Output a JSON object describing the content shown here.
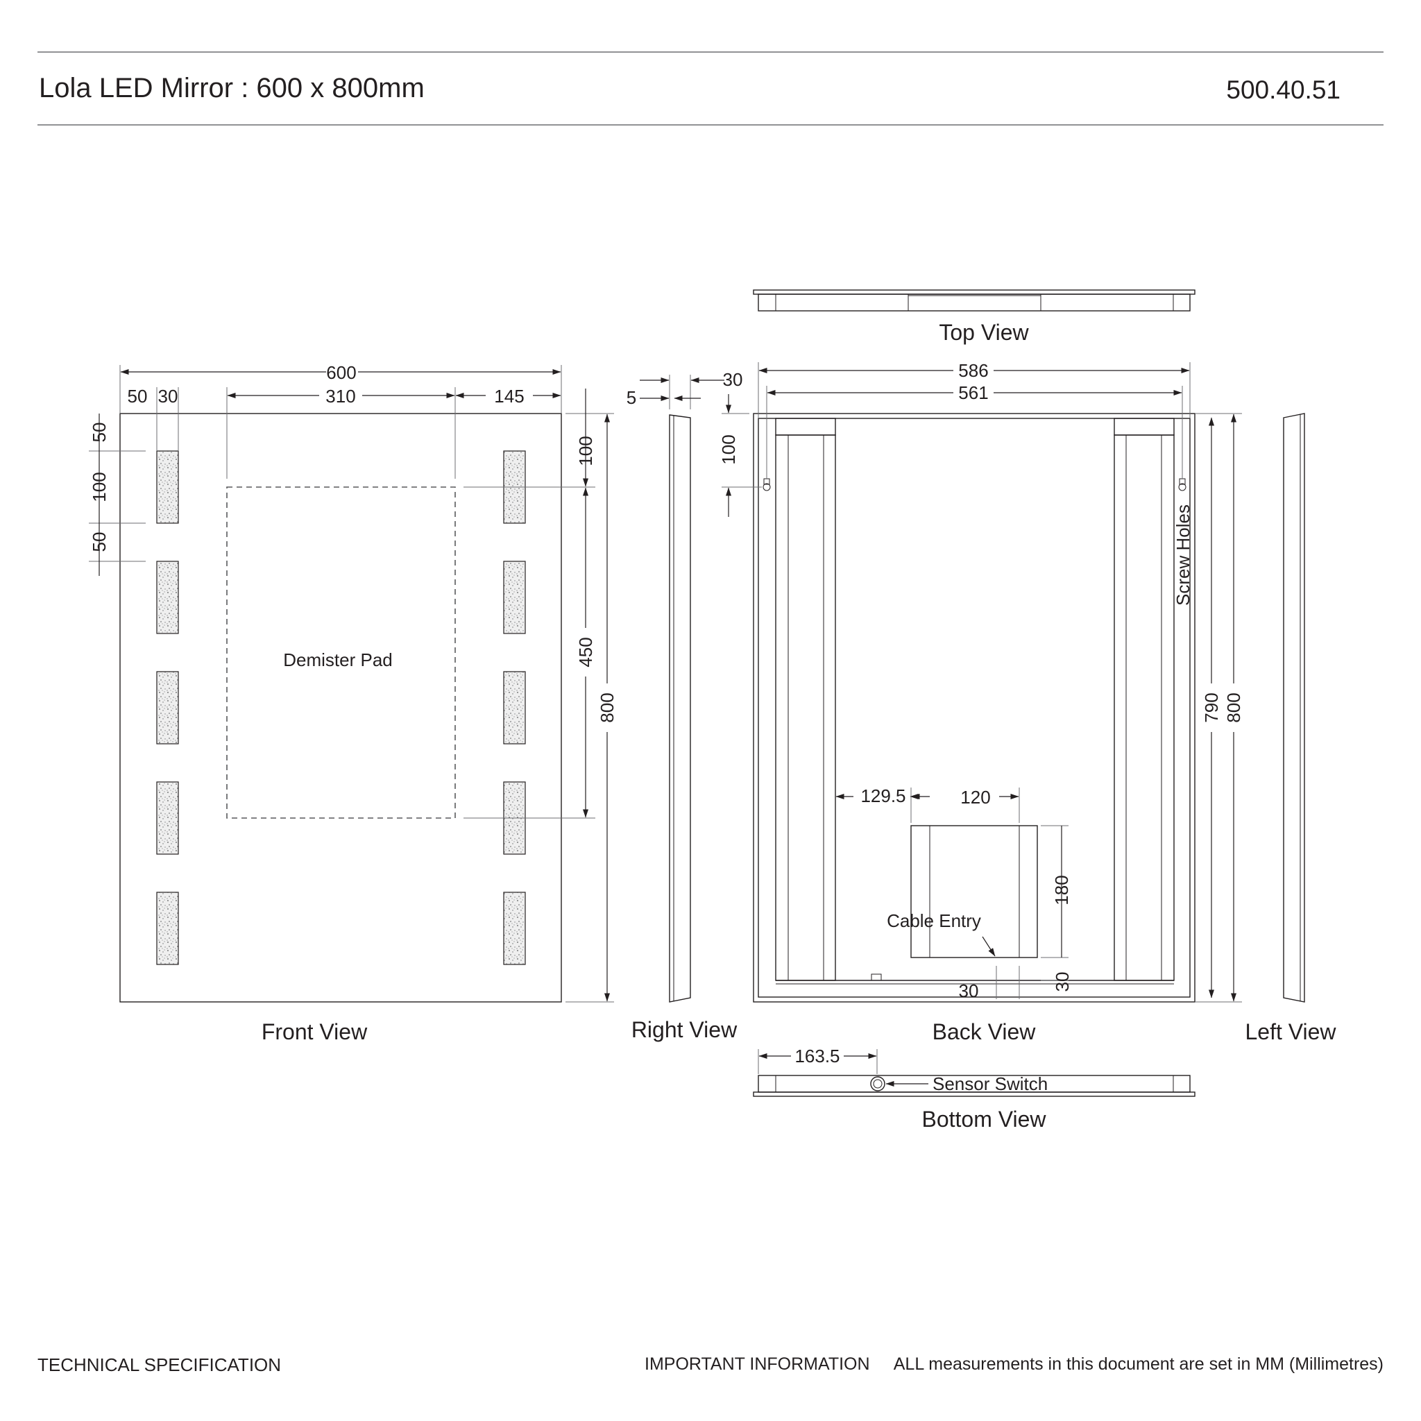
{
  "header": {
    "title": "Lola LED Mirror : 600 x 800mm",
    "code": "500.40.51"
  },
  "views": {
    "front": "Front View",
    "right": "Right View",
    "back": "Back View",
    "left": "Left View",
    "top": "Top View",
    "bottom": "Bottom View"
  },
  "labels": {
    "demister": "Demister Pad",
    "screw_holes": "Screw Holes",
    "cable_entry": "Cable Entry",
    "sensor_switch": "Sensor Switch"
  },
  "dimensions": {
    "front_width": "600",
    "front_50": "50",
    "front_30": "30",
    "front_310": "310",
    "front_145": "145",
    "front_left_50_top": "50",
    "front_left_100": "100",
    "front_left_50_bottom": "50",
    "front_right_100": "100",
    "front_right_450": "450",
    "front_height": "800",
    "side_30": "30",
    "side_5": "5",
    "back_586": "586",
    "back_561": "561",
    "back_100": "100",
    "back_129_5": "129.5",
    "back_120": "120",
    "back_180": "180",
    "back_30_horizontal": "30",
    "back_30_vertical": "30",
    "back_790": "790",
    "back_800": "800",
    "bottom_163_5": "163.5"
  },
  "footer": {
    "left": "TECHNICAL SPECIFICATION",
    "important": "IMPORTANT INFORMATION",
    "note": "ALL measurements in this document are set in MM (Millimetres)"
  }
}
